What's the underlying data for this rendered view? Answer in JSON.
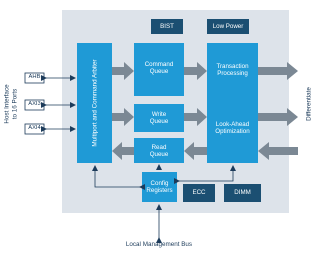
{
  "blocks": {
    "bist": "BIST",
    "low_power": "Low Power",
    "arbiter": "Multiport and Command Arbiter",
    "command_queue": "Command\nQueue",
    "write_queue": "Write\nQueue",
    "read_queue": "Read\nQueue",
    "transaction_processing": "Transaction\nProcessing",
    "look_ahead": "Look-Ahead\nOptimization",
    "config_registers": "Config\nRegisters",
    "ecc": "ECC",
    "dimm": "DIMM"
  },
  "ports": [
    "AHB",
    "AXI3",
    "AXI4"
  ],
  "labels": {
    "host_interface": "Host Interface\nto 16 Ports",
    "differentiate": "Differentiate",
    "management_bus": "Local Management Bus"
  },
  "colors": {
    "panel": "#dde3ea",
    "block_blue": "#1f9ad6",
    "block_dark": "#1b4f72",
    "arrow_gray": "#7b8894",
    "line_dark": "#1c3b5a"
  }
}
